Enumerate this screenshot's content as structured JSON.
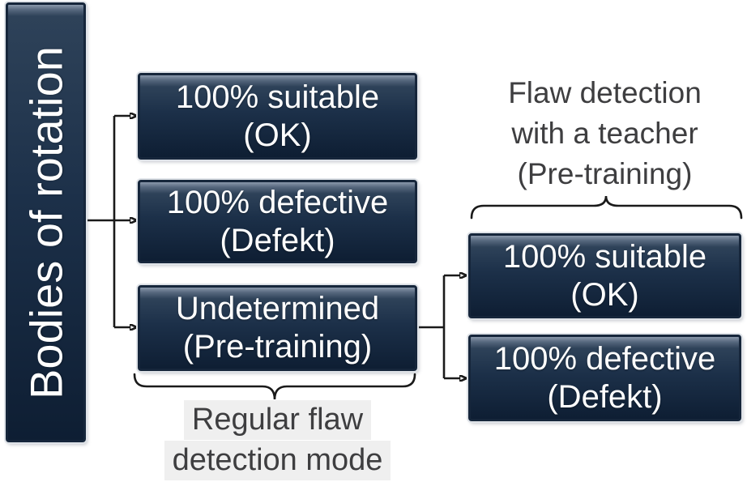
{
  "diagram": {
    "root": {
      "label": "Bodies of rotation"
    },
    "stage1": [
      {
        "label": "100% suitable\n(OK)"
      },
      {
        "label": "100% defective\n(Defekt)"
      },
      {
        "label": "Undetermined\n(Pre-training)"
      }
    ],
    "stage2": [
      {
        "label": "100% suitable\n(OK)"
      },
      {
        "label": "100% defective\n(Defekt)"
      }
    ],
    "stage1_caption": {
      "lines": [
        "Regular flaw",
        "detection mode"
      ]
    },
    "stage2_caption": {
      "lines": [
        "Flaw detection",
        "with a teacher",
        "(Pre-training)"
      ]
    }
  },
  "colors": {
    "box_border": "#16263b",
    "box_fill_top": "#8a98ab",
    "box_fill_mid": "#1c3049",
    "box_fill_bottom": "#0e1e33",
    "box_text": "#ffffff",
    "caption_text": "#3e3e40",
    "caption_highlight": "#efefef",
    "connector": "#1a1a1a",
    "background": "#ffffff"
  }
}
